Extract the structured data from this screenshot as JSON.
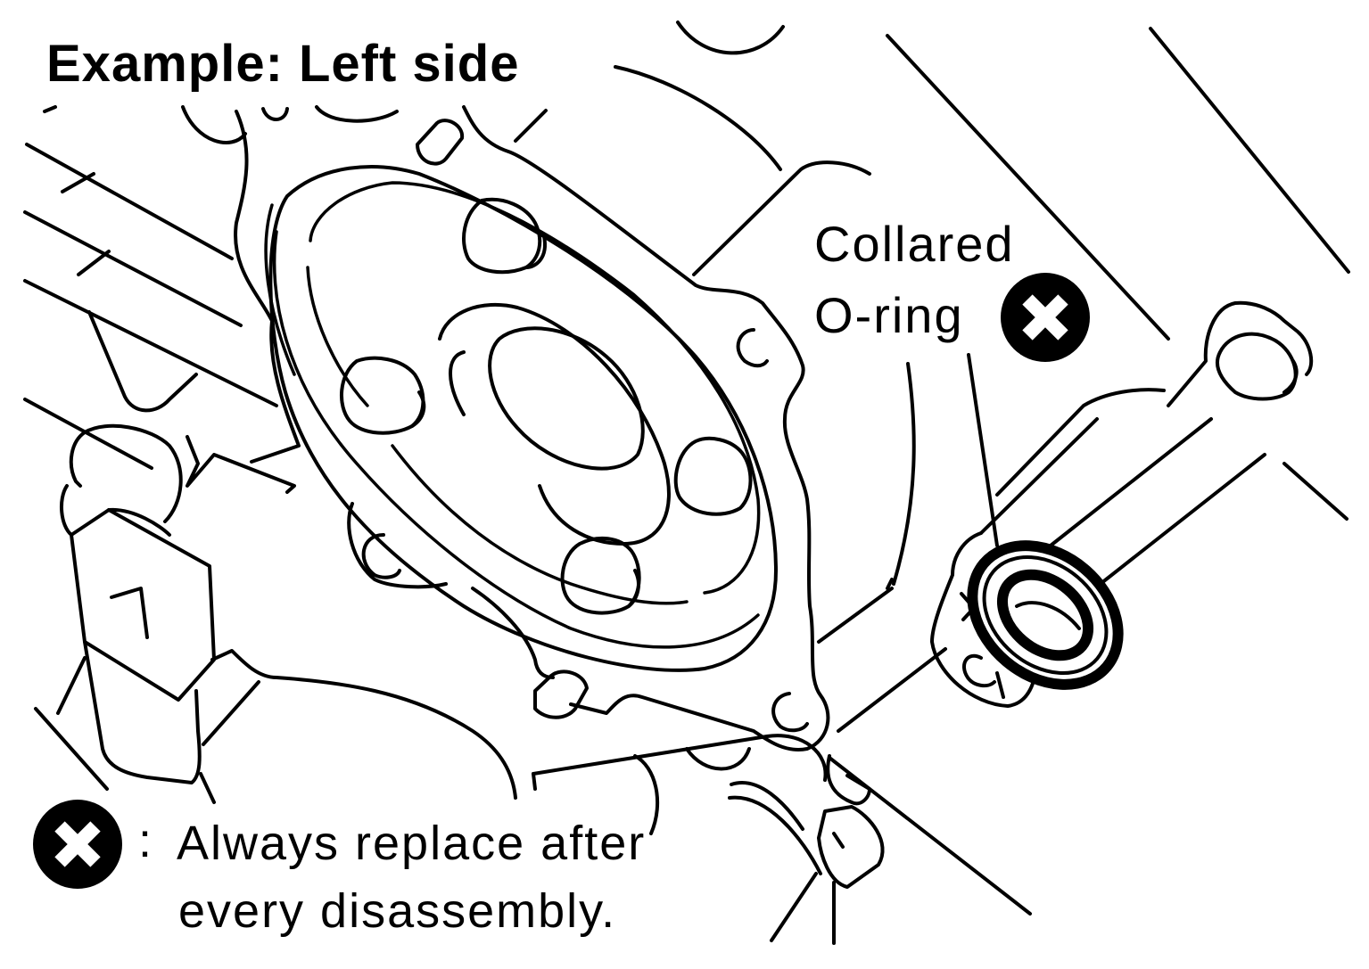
{
  "diagram": {
    "title": "Example: Left side",
    "callout": {
      "line1": "Collared",
      "line2": "O-ring"
    },
    "legend": {
      "separator": ":",
      "line1": "Always replace after",
      "line2": "every disassembly."
    },
    "symbol_icon": "do-not-reuse-x-icon"
  }
}
